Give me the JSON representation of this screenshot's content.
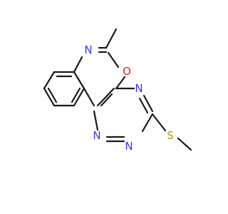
{
  "molecule": {
    "atoms": {
      "n_imine": {
        "symbol": "N",
        "color": "#3737e6"
      },
      "o_ring": {
        "symbol": "O",
        "color": "#e61e1e"
      },
      "n_triazine_top": {
        "symbol": "N",
        "color": "#3737e6"
      },
      "n_triazine_left": {
        "symbol": "N",
        "color": "#3737e6"
      },
      "n_triazine_bottom": {
        "symbol": "N",
        "color": "#3737e6"
      },
      "s_thioether": {
        "symbol": "S",
        "color": "#b39a00"
      }
    }
  }
}
